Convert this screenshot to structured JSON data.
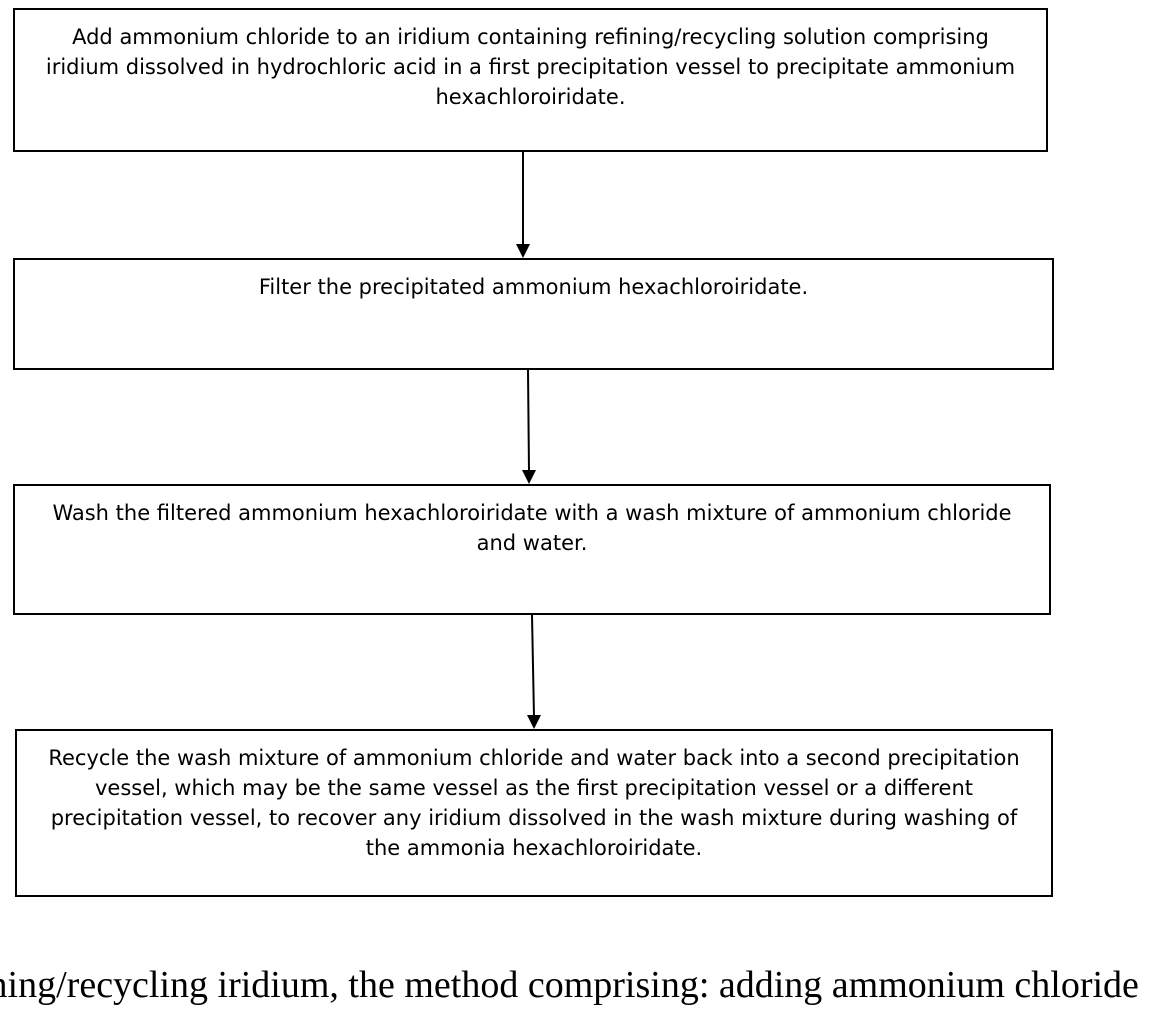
{
  "flowchart": {
    "steps": [
      {
        "text": "Add ammonium chloride to an iridium containing refining/recycling solution comprising iridium dissolved in hydrochloric acid in a first precipitation vessel to precipitate ammonium hexachloroiridate."
      },
      {
        "text": "Filter the precipitated ammonium hexachloroiridate."
      },
      {
        "text": "Wash the filtered ammonium hexachloroiridate with a wash mixture of ammonium chloride and water."
      },
      {
        "text": "Recycle the wash mixture of ammonium chloride and water back into a second precipitation vessel, which may be the same vessel as the first precipitation vessel or a different precipitation vessel, to recover any iridium dissolved in the wash mixture during washing of the ammonia hexachloroiridate."
      }
    ],
    "connector_color": "#000000"
  },
  "caption": {
    "text": "ining/recycling iridium, the method comprising: adding ammonium chloride"
  }
}
